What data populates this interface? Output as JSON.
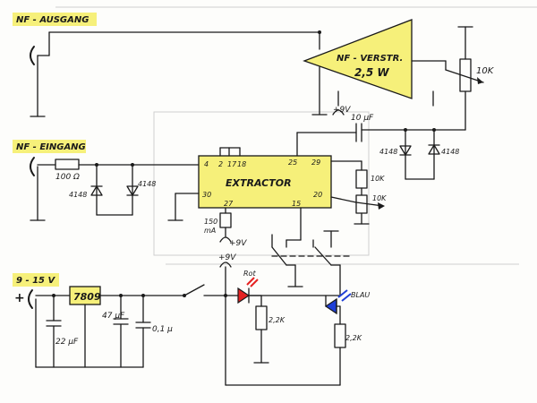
{
  "sections": {
    "out": "NF - AUSGANG",
    "in": "NF - EINGANG",
    "supply": "9 - 15 V"
  },
  "amplifier": {
    "line1": "NF - VERSTR.",
    "line2": "2,5 W",
    "supply": "+9V"
  },
  "extractor": {
    "name": "EXTRACTOR",
    "pins": {
      "p4": "4",
      "p2": "2",
      "p17": "17",
      "p18": "18",
      "p25": "25",
      "p29": "29",
      "p30": "30",
      "p20": "20",
      "p27": "27",
      "p15": "15"
    }
  },
  "components": {
    "r_in": "100 Ω",
    "d1": "4148",
    "d2": "4148",
    "pot_out": "10K",
    "c_coupling": "10 µF",
    "d3": "4148",
    "d4": "4148",
    "r_29": "10K",
    "pot_20": "10K",
    "current": "150",
    "current_unit": "mA",
    "plus9_1": "+9V",
    "plus9_2": "+9V",
    "regulator": "7809",
    "c1": "22 µF",
    "c2": "47 µF",
    "c3": "0,1 µ",
    "led_red": "Rot",
    "led_blue": "BLAU",
    "r_red": "2,2K",
    "r_blue": "2,2K"
  },
  "colors": {
    "highlight": "#f6f07a",
    "ink": "#1a1a1a",
    "led_red": "#e52222",
    "led_blue": "#1f3fd6"
  }
}
